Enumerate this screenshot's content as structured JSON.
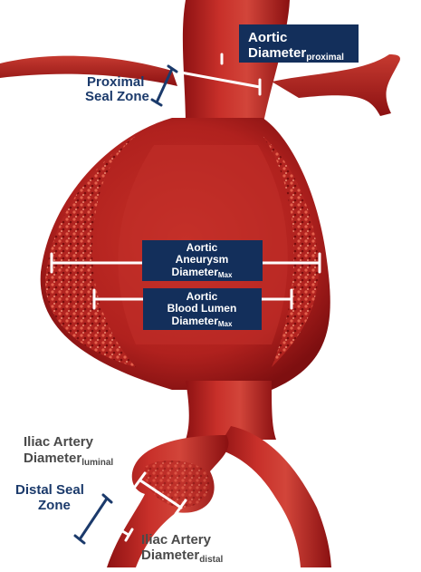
{
  "labels": {
    "aortic_proximal": {
      "line1": "Aortic",
      "line2": "Diameter",
      "sub": "proximal"
    },
    "proximal_seal": {
      "line1": "Proximal",
      "line2": "Seal Zone"
    },
    "aneurysm": {
      "line1": "Aortic",
      "line2": "Aneurysm",
      "line3": "Diameter",
      "sub": "Max"
    },
    "lumen": {
      "line1": "Aortic",
      "line2": "Blood Lumen",
      "line3": "Diameter",
      "sub": "Max"
    },
    "iliac_luminal": {
      "line1": "Iliac Artery",
      "line2": "Diameter",
      "sub": "luminal"
    },
    "distal_seal": {
      "line1": "Distal Seal",
      "line2": "Zone"
    },
    "iliac_distal": {
      "line1": "Iliac Artery",
      "line2": "Diameter",
      "sub": "distal"
    }
  },
  "colors": {
    "artery": "#b8201f",
    "artery_dark": "#7d0e0f",
    "artery_light": "#d9453a",
    "label_box": "#132f5b",
    "navy_text": "#1b3a6b"
  }
}
